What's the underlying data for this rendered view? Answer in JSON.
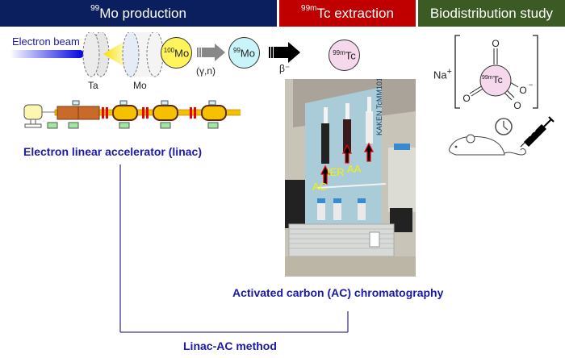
{
  "headers": [
    {
      "sup": "99",
      "label": "Mo production",
      "color": "#0b1f5e"
    },
    {
      "sup": "99m",
      "label": "Tc extraction",
      "color": "#c00000"
    },
    {
      "sup": "",
      "label": "Biodistribution study",
      "color": "#3c5a23"
    }
  ],
  "production": {
    "beam_label": "Electron beam",
    "target1": "Ta",
    "target2": "Mo",
    "reactant": {
      "sup": "100",
      "symbol": "Mo"
    },
    "reaction": "(γ,n)",
    "product": {
      "sup": "99",
      "symbol": "Mo"
    },
    "decay": "β⁻",
    "daughter": {
      "sup": "99m",
      "symbol": "Tc"
    }
  },
  "linac": {
    "caption": "Electron linear accelerator (linac)"
  },
  "extraction": {
    "photo_labels": [
      "AC",
      "IER",
      "AA"
    ],
    "device_brand": "KAKEN TcMM101",
    "caption": "Activated carbon (AC) chromatography"
  },
  "biodistribution": {
    "cation": "Na",
    "cation_charge": "+",
    "center": {
      "sup": "99m",
      "symbol": "Tc"
    },
    "oxygen": "O",
    "oxygen_charge": "−"
  },
  "method": {
    "caption": "Linac-AC method"
  }
}
